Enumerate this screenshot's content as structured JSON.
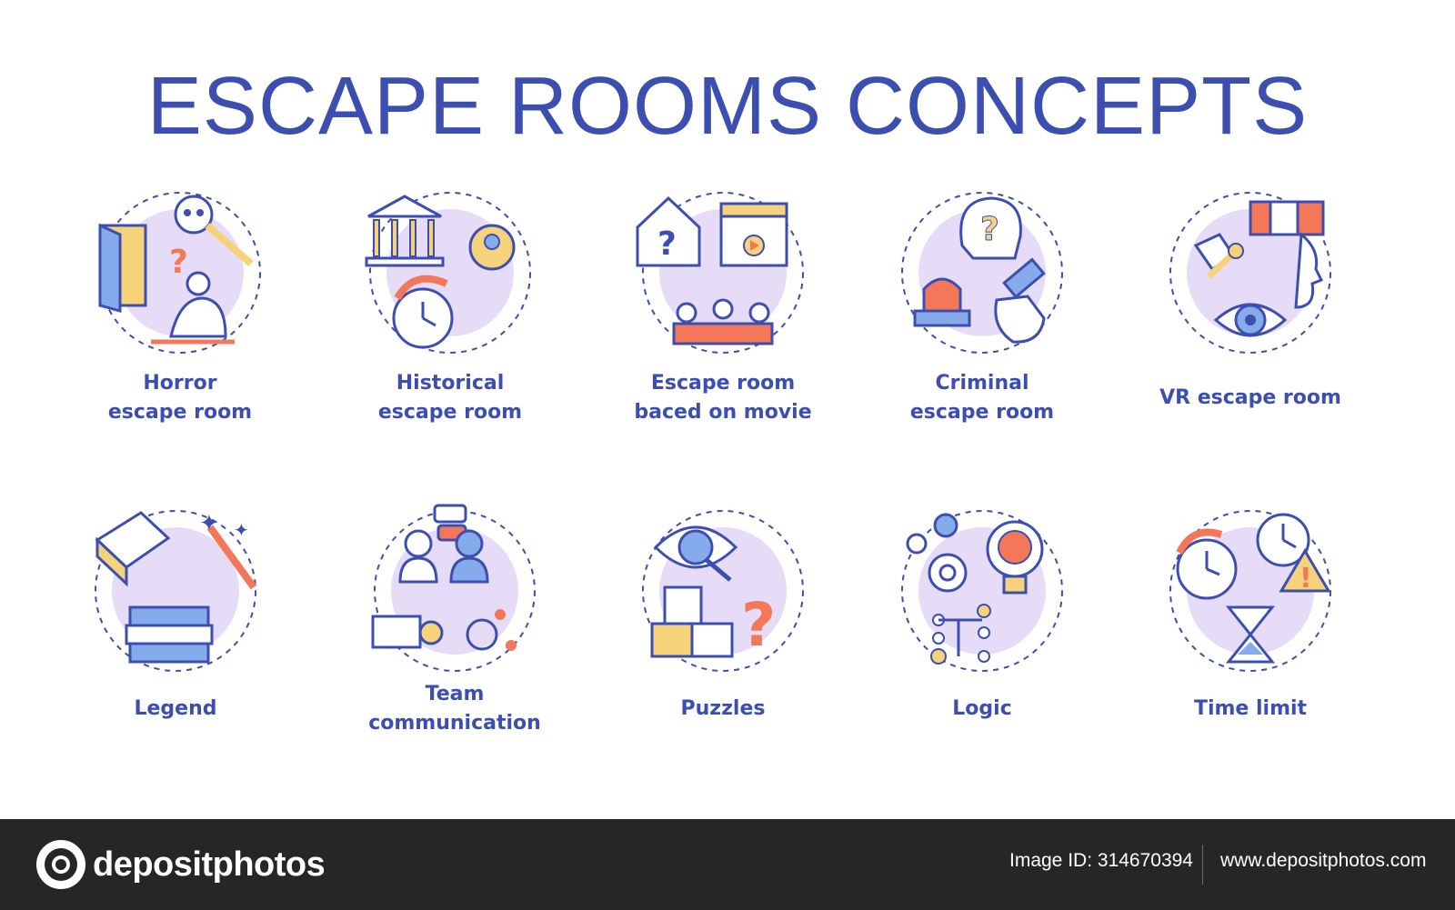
{
  "title": "ESCAPE ROOMS CONCEPTS",
  "colors": {
    "title": "#3c4fb0",
    "outline": "#3c4fb0",
    "circle_fill": "#e6dcf7",
    "accent_orange": "#f4775a",
    "accent_yellow": "#f6d27b",
    "accent_blue": "#86abea",
    "footer_bg": "#252628"
  },
  "concepts": [
    {
      "icon": "horror-icon",
      "lines": [
        "Horror",
        "escape room"
      ]
    },
    {
      "icon": "historical-icon",
      "lines": [
        "Historical",
        "escape room"
      ]
    },
    {
      "icon": "movie-icon",
      "lines": [
        "Escape room",
        "baced on movie"
      ]
    },
    {
      "icon": "criminal-icon",
      "lines": [
        "Criminal",
        "escape room"
      ]
    },
    {
      "icon": "vr-icon",
      "lines": [
        "VR escape room"
      ]
    },
    {
      "icon": "legend-icon",
      "lines": [
        "Legend"
      ]
    },
    {
      "icon": "team-communication-icon",
      "lines": [
        "Team",
        "communication"
      ]
    },
    {
      "icon": "puzzles-icon",
      "lines": [
        "Puzzles"
      ]
    },
    {
      "icon": "logic-icon",
      "lines": [
        "Logic"
      ]
    },
    {
      "icon": "time-limit-icon",
      "lines": [
        "Time limit"
      ]
    }
  ],
  "footer": {
    "logo_text": "depositphotos",
    "image_id": "Image ID: 314670394",
    "site": "www.depositphotos.com"
  }
}
